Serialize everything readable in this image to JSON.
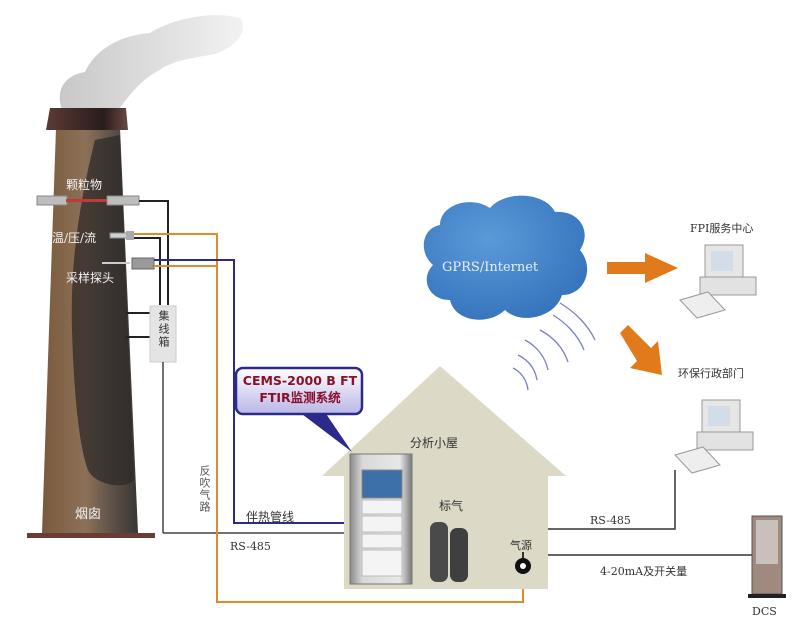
{
  "title": "CEMS-2000 B FT FTIR monitoring system architecture",
  "chimney": {
    "label": "烟囱",
    "sensors": [
      {
        "id": "particulate",
        "label": "颗粒物"
      },
      {
        "id": "temp-pressure-flow",
        "label": "温/压/流"
      },
      {
        "id": "sampling-probe",
        "label": "采样探头"
      }
    ]
  },
  "junction_box": {
    "label": "集线箱"
  },
  "lines": {
    "backflush": "反吹气路",
    "heated_line": "伴热管线",
    "rs485_left": "RS-485",
    "rs485_right": "RS-485",
    "analog_io": "4-20mA及开关量"
  },
  "callout": {
    "line1": "CEMS-2000  B FT",
    "line2": "FTIR监测系统"
  },
  "shelter": {
    "label": "分析小屋",
    "calibration_gas": "标气",
    "air_source": "气源"
  },
  "network": {
    "label": "GPRS/Internet"
  },
  "destinations": [
    {
      "id": "fpi-service",
      "label": "FPI服务中心"
    },
    {
      "id": "env-agency",
      "label": "环保行政部门"
    },
    {
      "id": "dcs",
      "label": "DCS"
    }
  ],
  "colors": {
    "orange_line": "#e08a2e",
    "blue_line": "#2b2a8c",
    "black_line": "#222222",
    "cloud": "#3f7fc8",
    "house": "#dcd9c6",
    "callout_text": "#8a0f2a",
    "arrow": "#e07a1a"
  }
}
